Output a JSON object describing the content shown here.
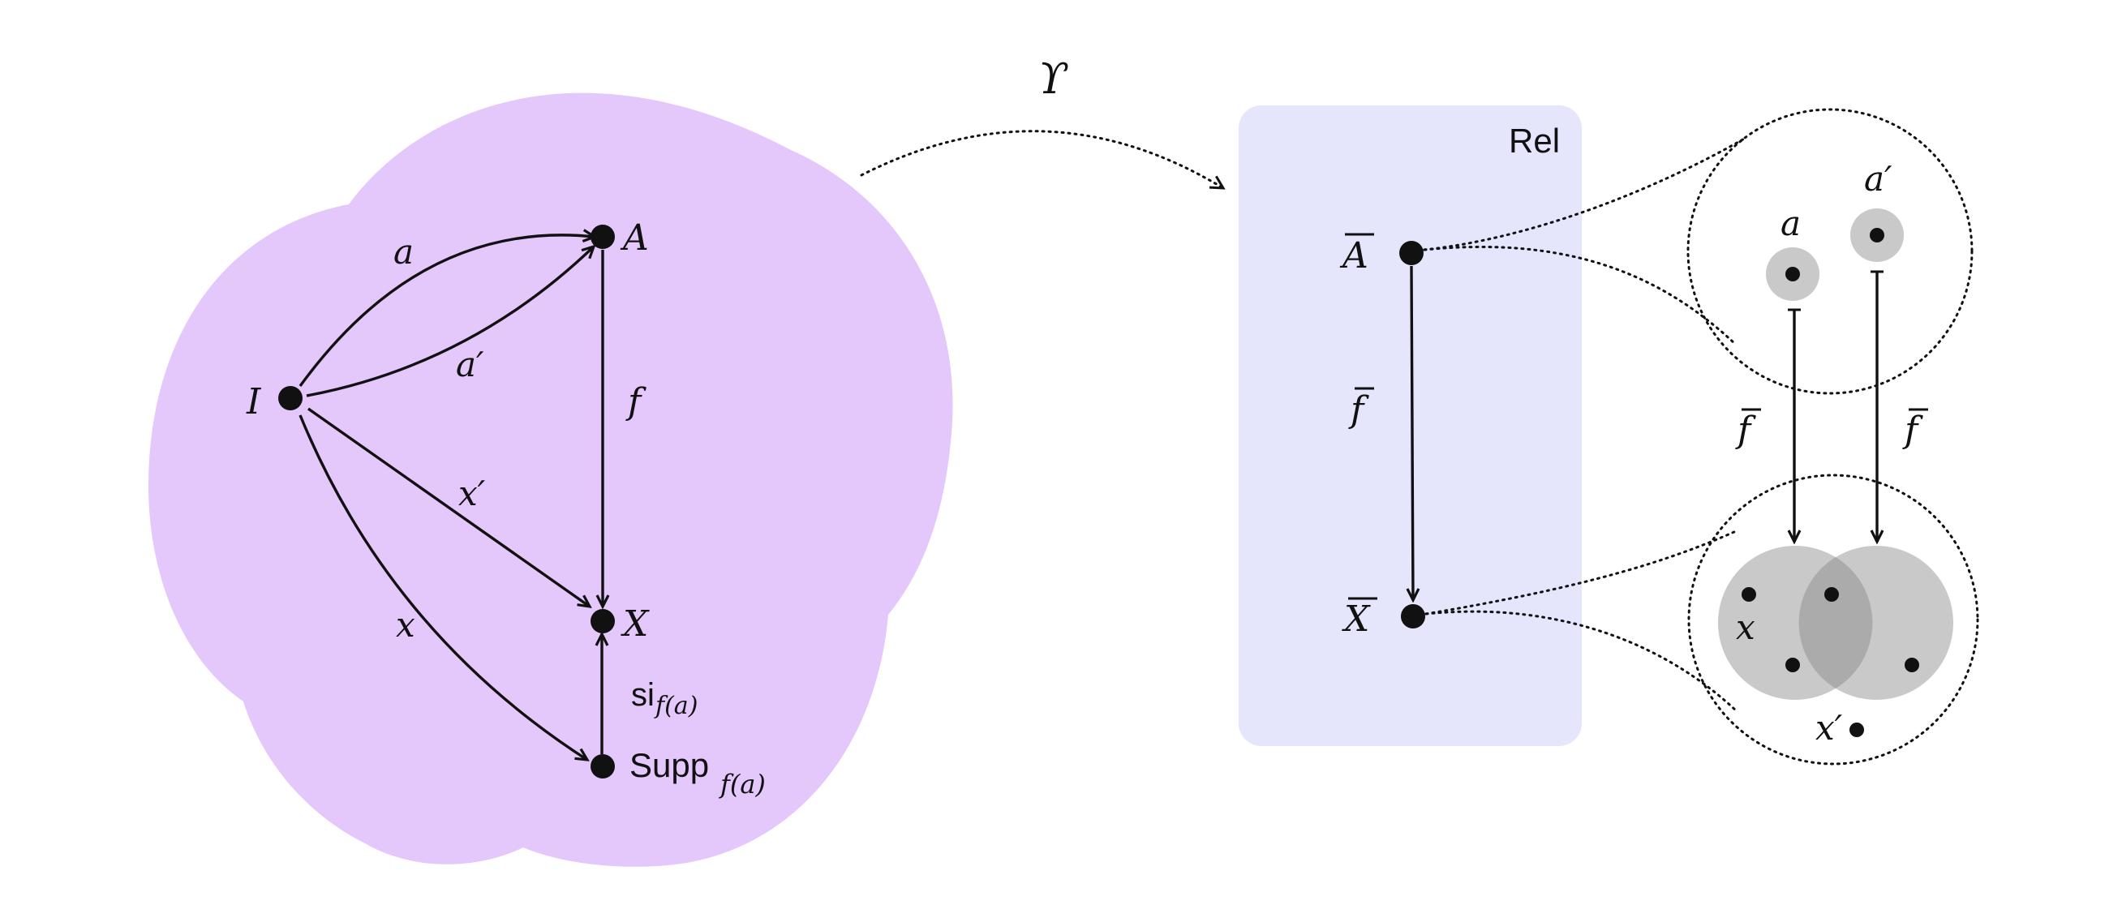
{
  "colors": {
    "cloud": "#e4c7fb",
    "rel_box": "#e5e5fc",
    "gray_disc": "#c9c9c9",
    "gray_overlap": "#ababab",
    "ink": "#111111"
  },
  "left_diagram": {
    "nodes": {
      "I": "I",
      "A": "A",
      "X": "X",
      "supp_base": "Supp",
      "supp_sub": "f(a)"
    },
    "edges": {
      "a": "a",
      "a_prime": "a′",
      "f": "f",
      "x_prime": "x′",
      "x": "x",
      "si_base": "si",
      "si_sub": "f(a)"
    }
  },
  "functor_label": "ϒ",
  "rel_box": {
    "title": "Rel",
    "node_A": "A",
    "node_X": "X",
    "edge_f": "f"
  },
  "zoom_top": {
    "a": "a",
    "a_prime": "a′"
  },
  "zoom_bottom": {
    "x": "x",
    "x_prime": "x′"
  },
  "mapping_labels": {
    "left": "f",
    "right": "f"
  }
}
